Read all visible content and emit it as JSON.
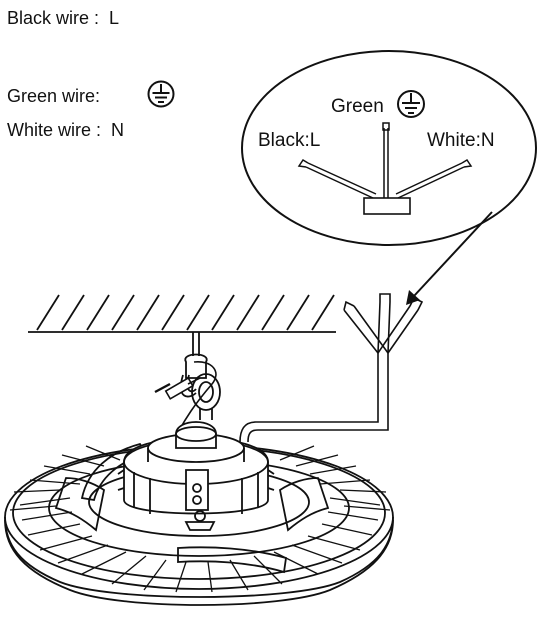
{
  "legend": {
    "black": {
      "label": "Black wire :",
      "value": "L"
    },
    "green": {
      "label": "Green wire:",
      "icon": "ground-symbol-icon"
    },
    "white": {
      "label": "White wire :",
      "value": "N"
    }
  },
  "callout": {
    "green_label": "Green",
    "black_label": "Black:L",
    "white_label": "White:N"
  },
  "colors": {
    "line": "#111111",
    "background": "#ffffff"
  }
}
